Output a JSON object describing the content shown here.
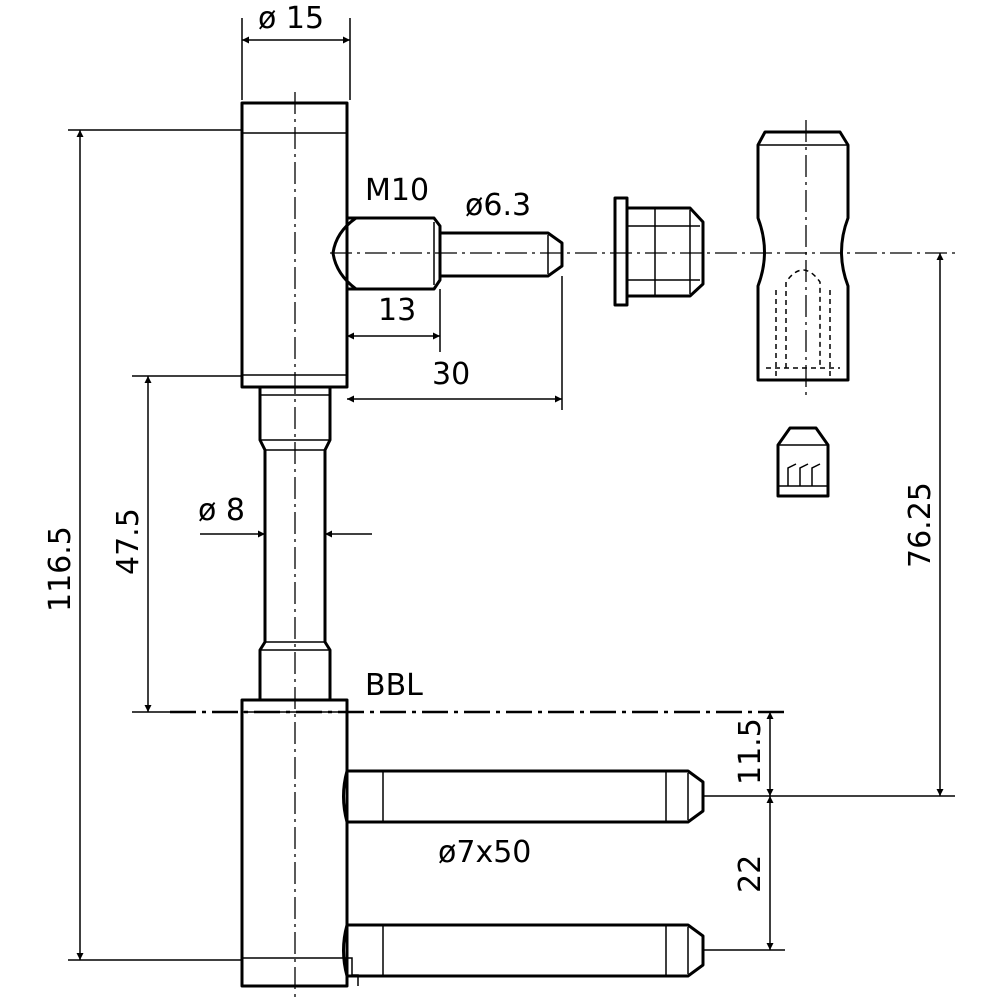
{
  "labels": {
    "dia_15": "ø 15",
    "thread_m10": "M10",
    "dia_6_3": "ø6.3",
    "len_13": "13",
    "len_30": "30",
    "dia_8": "ø 8",
    "len_47_5": "47.5",
    "len_116_5": "116.5",
    "bbl": "BBL",
    "len_76_25": "76.25",
    "len_11_5": "11.5",
    "pin_7x50": "ø7x50",
    "len_22": "22"
  }
}
